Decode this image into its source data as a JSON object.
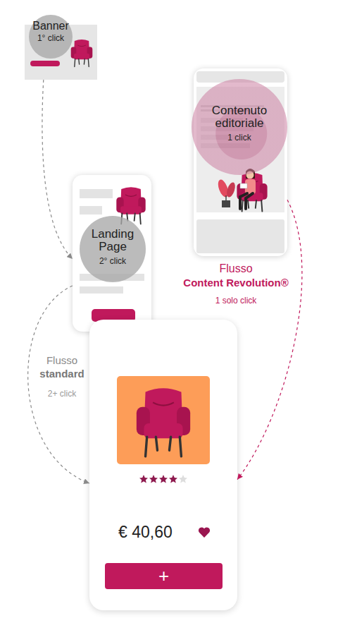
{
  "diagram": {
    "nodes": [
      {
        "text": [
          "Banner",
          "1° click"
        ]
      },
      {
        "text": [
          "Contenuto editoriale",
          "1 click"
        ]
      },
      {
        "text": [
          "Landing Page",
          "2° click"
        ]
      },
      {
        "text": [
          "€ 40,60"
        ]
      },
      {
        "text": [
          "+"
        ],
        "in": 3
      }
    ],
    "edges": [
      {
        "from": 0,
        "to": 2,
        "arrow": "to"
      },
      {
        "from": 2,
        "to": 3,
        "arrow": "to"
      },
      {
        "from": 1,
        "to": 3,
        "arrow": "to"
      }
    ],
    "labels": [
      "Flusso",
      "standard",
      "2+ click",
      "Flusso",
      "Content Revolution®",
      "1 solo click"
    ]
  }
}
